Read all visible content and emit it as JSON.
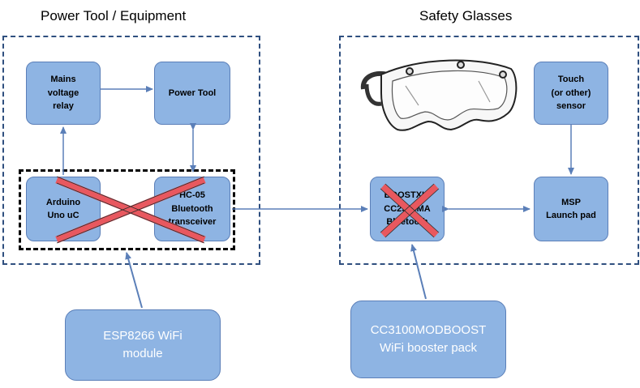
{
  "headings": {
    "left": "Power Tool / Equipment",
    "right": "Safety Glasses"
  },
  "blocks": {
    "relay": "Mains\nvoltage\nrelay",
    "power_tool": "Power Tool",
    "arduino": "Arduino\nUno uC",
    "hc05": "HC-05\nBluetooth\ntransceiver",
    "boost": "BOOSTXL-\nCC2564MA\nBluetooth",
    "touch": "Touch\n(or other)\nsensor",
    "msp": "MSP\nLaunch pad",
    "esp": "ESP8266 WiFi\nmodule",
    "cc3100": "CC3100MODBOOST\nWiFi booster pack"
  },
  "colors": {
    "block_fill": "#8eb4e3",
    "block_border": "#5b7fb8",
    "arrow": "#5b7fb8",
    "group_border": "#2f4f7f",
    "cross": "#e8585f"
  },
  "icons": {
    "goggles": "safety-goggles-illustration",
    "cross": "red-x-mark"
  }
}
